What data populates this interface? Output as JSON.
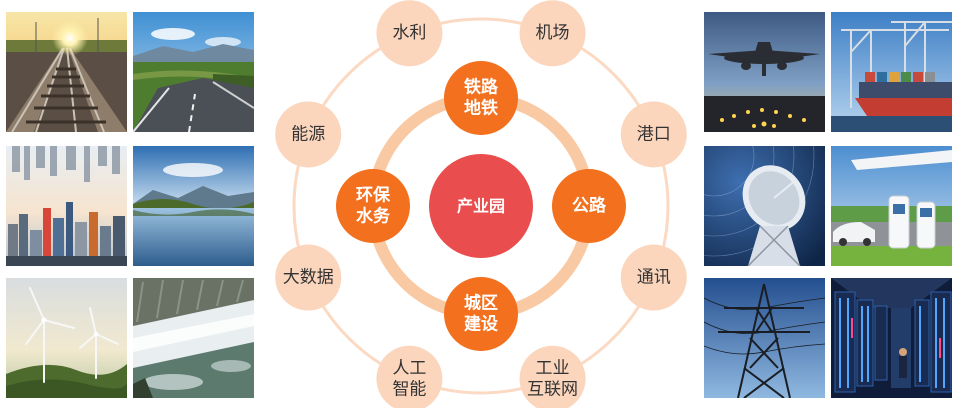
{
  "diagram": {
    "center": "产业园",
    "inner_ring": [
      {
        "lines": [
          "铁路",
          "地铁"
        ]
      },
      {
        "lines": [
          "公路"
        ]
      },
      {
        "lines": [
          "城区",
          "建设"
        ]
      },
      {
        "lines": [
          "环保",
          "水务"
        ]
      }
    ],
    "outer_ring": [
      {
        "lines": [
          "水利"
        ]
      },
      {
        "lines": [
          "机场"
        ]
      },
      {
        "lines": [
          "港口"
        ]
      },
      {
        "lines": [
          "通讯"
        ]
      },
      {
        "lines": [
          "工业",
          "互联网"
        ]
      },
      {
        "lines": [
          "人工",
          "智能"
        ]
      },
      {
        "lines": [
          "大数据"
        ]
      },
      {
        "lines": [
          "能源"
        ]
      }
    ]
  },
  "colors": {
    "inner_node": "#f2701e",
    "center_node": "#ea4d4d",
    "outer_node": "#fbd6bd",
    "ring_inner": "#f9c9a4",
    "ring_outer": "#fbd9c2"
  },
  "photos": {
    "left": [
      "railway-tracks",
      "highway-road",
      "city-skyline",
      "mountain-lake",
      "wind-turbines",
      "water-weir"
    ],
    "right": [
      "airplane-landing",
      "container-port",
      "satellite-dish",
      "ev-charging-station",
      "power-tower",
      "data-center"
    ]
  }
}
